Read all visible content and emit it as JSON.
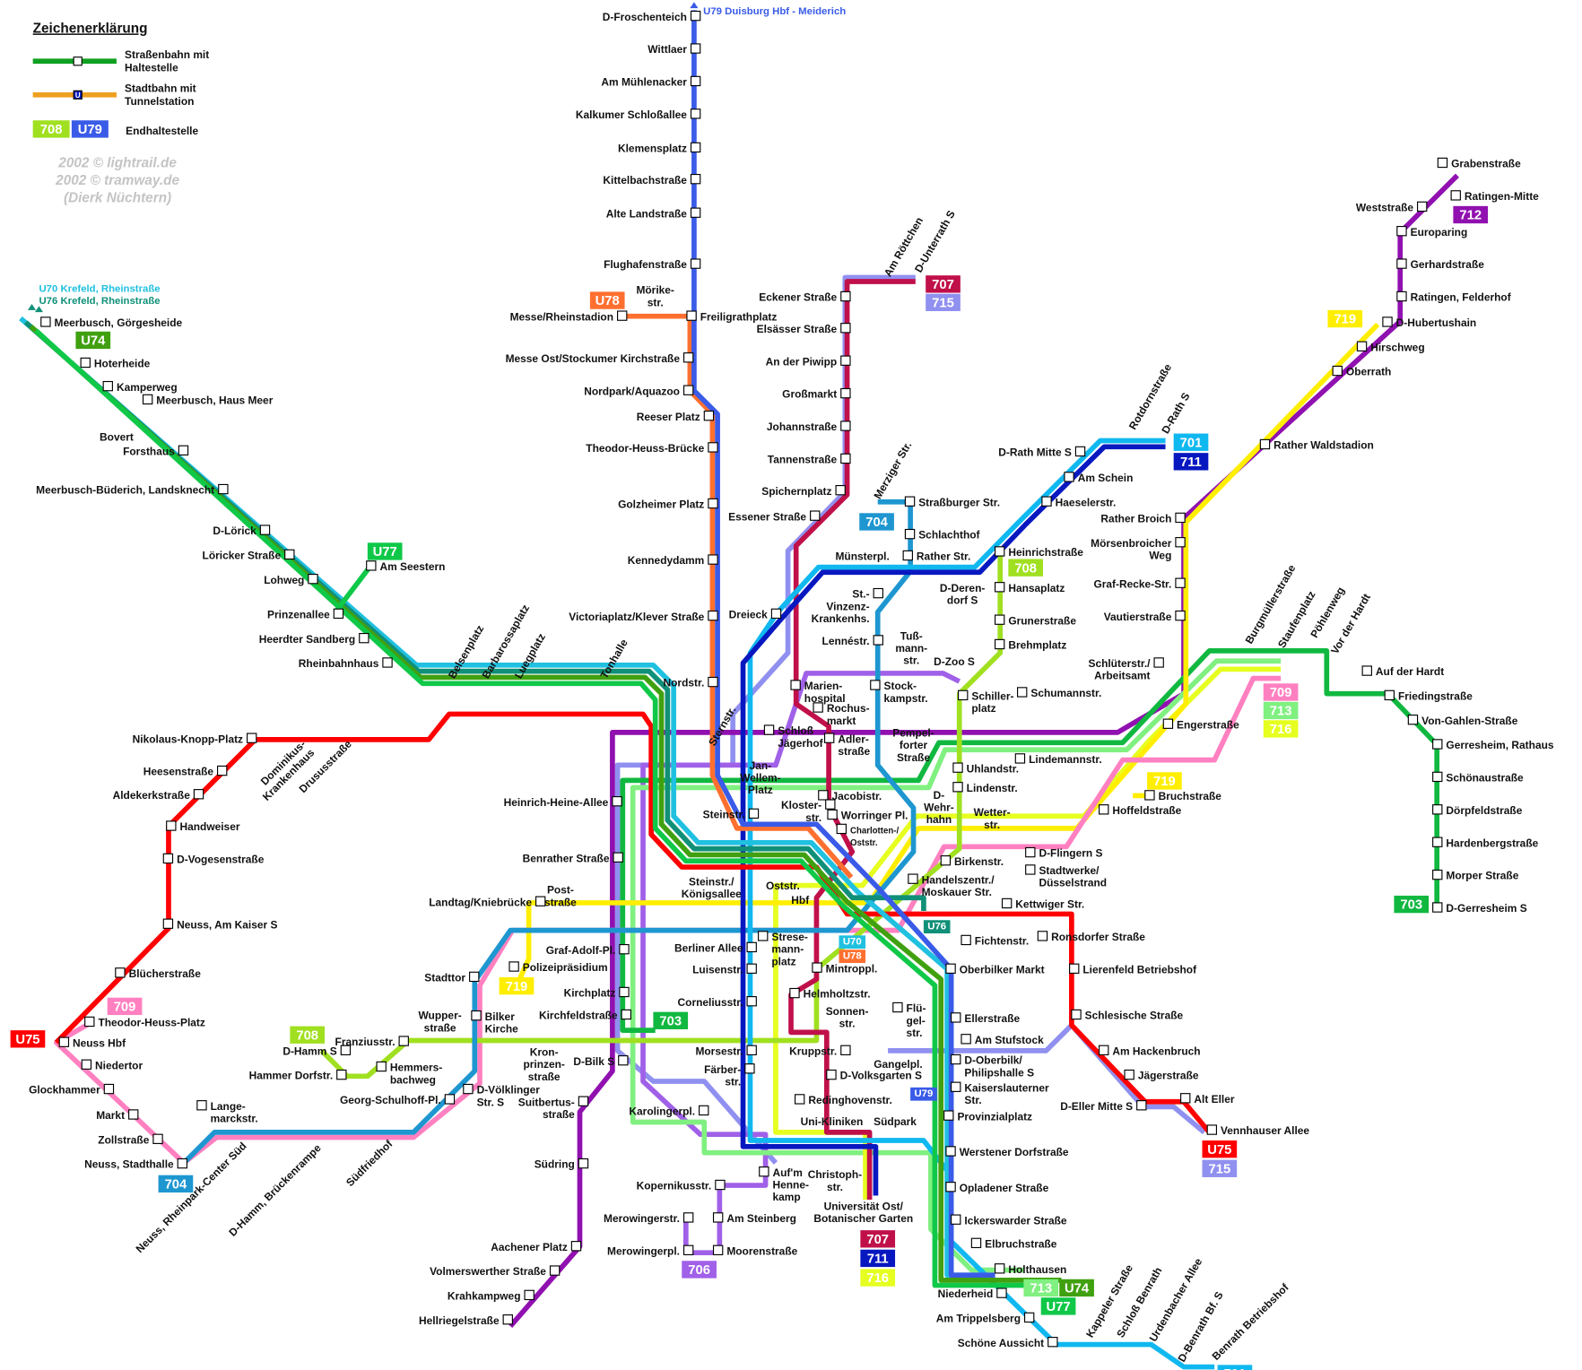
{
  "legend": {
    "title": "Zeichenerklärung",
    "tram": [
      "Straßenbahn mit",
      "Haltestelle"
    ],
    "stadtbahn": [
      "Stadtbahn mit",
      "Tunnelstation"
    ],
    "terminus": "Endhaltestelle",
    "sample_badges": [
      "708",
      "U79"
    ],
    "tunnel_mark": "U"
  },
  "copyright": [
    "2002 © lightrail.de",
    "2002 © tramway.de",
    "(Dierk Nüchtern)"
  ],
  "lines": [
    {
      "id": "U75",
      "color": "#ff0000"
    },
    {
      "id": "U70",
      "color": "#20c0e0"
    },
    {
      "id": "U76",
      "color": "#109078"
    },
    {
      "id": "U74",
      "color": "#40a010"
    },
    {
      "id": "U77",
      "color": "#10c848"
    },
    {
      "id": "U78",
      "color": "#ff7030"
    },
    {
      "id": "U79",
      "color": "#3a5be8"
    },
    {
      "id": "701",
      "color": "#10b8f0"
    },
    {
      "id": "711",
      "color": "#0818c0"
    },
    {
      "id": "704",
      "color": "#1e96d0"
    },
    {
      "id": "703",
      "color": "#10b840"
    },
    {
      "id": "706",
      "color": "#a060e8"
    },
    {
      "id": "707",
      "color": "#c0104a"
    },
    {
      "id": "708",
      "color": "#a0e020"
    },
    {
      "id": "709",
      "color": "#ff80c0"
    },
    {
      "id": "712",
      "color": "#9010b0"
    },
    {
      "id": "713",
      "color": "#80f080"
    },
    {
      "id": "715",
      "color": "#9090f0"
    },
    {
      "id": "716",
      "color": "#e6ff20"
    },
    {
      "id": "719",
      "color": "#ffee00"
    }
  ],
  "terminus_texts": [
    "U79 Duisburg Hbf - Meiderich",
    "U70 Krefeld, Rheinstraße",
    "U76 Krefeld, Rheinstraße"
  ],
  "badges": [
    "U74",
    "U78",
    "707",
    "715",
    "704",
    "708",
    "U77",
    "701",
    "711",
    "712",
    "719",
    "709",
    "713",
    "716",
    "719",
    "703",
    "709",
    "U75",
    "708",
    "719",
    "703",
    "U70",
    "U78",
    "U76",
    "U79",
    "704",
    "706",
    "707",
    "711",
    "716",
    "713",
    "U74",
    "U77",
    "U75",
    "715",
    "701"
  ],
  "stations": [
    [
      "D-Froschenteich"
    ],
    [
      "Wittlaer"
    ],
    [
      "Am Mühlenacker"
    ],
    [
      "Kalkumer Schloßallee"
    ],
    [
      "Klemensplatz"
    ],
    [
      "Kittelbachstraße"
    ],
    [
      "Alte Landstraße"
    ],
    [
      "Flughafenstraße"
    ],
    [
      "Mörike-",
      "str."
    ],
    [
      "Messe/Rheinstadion"
    ],
    [
      "Freiligrathplatz"
    ],
    [
      "Messe Ost/Stockumer Kirchstraße"
    ],
    [
      "Nordpark/Aquazoo"
    ],
    [
      "Reeser Platz"
    ],
    [
      "Theodor-Heuss-Brücke"
    ],
    [
      "Golzheimer Platz"
    ],
    [
      "Kennedydamm"
    ],
    [
      "Victoriaplatz/Klever Straße"
    ],
    [
      "Nordstr."
    ],
    [
      "Sternstr."
    ],
    [
      "Dreieck"
    ],
    [
      "Am Röttchen"
    ],
    [
      "D-Unterrath S"
    ],
    [
      "Eckener Straße"
    ],
    [
      "Elsässer Straße"
    ],
    [
      "An der Piwipp"
    ],
    [
      "Großmarkt"
    ],
    [
      "Johannstraße"
    ],
    [
      "Tannenstraße"
    ],
    [
      "Spichernplatz"
    ],
    [
      "Essener Straße"
    ],
    [
      "Merziger Str."
    ],
    [
      "Straßburger Str."
    ],
    [
      "Schlachthof"
    ],
    [
      "Münsterpl."
    ],
    [
      "Rather Str."
    ],
    [
      "D-Deren-",
      "dorf S"
    ],
    [
      "St.-",
      "Vinzenz-",
      "Krankenhs."
    ],
    [
      "Lennéstr."
    ],
    [
      "Tuß-",
      "mann-",
      "str."
    ],
    [
      "D-Zoo S"
    ],
    [
      "Stock-",
      "kampstr."
    ],
    [
      "Marien-",
      "hospital"
    ],
    [
      "Rochus-",
      "markt"
    ],
    [
      "Adler-",
      "straße"
    ],
    [
      "Pempel-",
      "forter",
      "Straße"
    ],
    [
      "Schloß",
      "Jägerhof"
    ],
    [
      "Jan-",
      "Wellem-",
      "Platz"
    ],
    [
      "Jacobistr."
    ],
    [
      "Kloster-",
      "str."
    ],
    [
      "Worringer Pl."
    ],
    [
      "Charlotten-/",
      "Oststr."
    ],
    [
      "D-",
      "Wehr-",
      "hahn"
    ],
    [
      "Uhlandstr."
    ],
    [
      "Lindenstr."
    ],
    [
      "Wetter-",
      "str."
    ],
    [
      "Birkenstr."
    ],
    [
      "Schiller-",
      "platz"
    ],
    [
      "Brehmplatz"
    ],
    [
      "Grunerstraße"
    ],
    [
      "Hansaplatz"
    ],
    [
      "Heinrichstraße"
    ],
    [
      "Rotdornstraße"
    ],
    [
      "D-Rath S"
    ],
    [
      "D-Rath Mitte S"
    ],
    [
      "Am Schein"
    ],
    [
      "Haeselerstr."
    ],
    [
      "Schumannstr."
    ],
    [
      "Lindemannstr."
    ],
    [
      "D-Flingern S"
    ],
    [
      "Stadtwerke/",
      "Düsselstrand"
    ],
    [
      "Kettwiger Str."
    ],
    [
      "Handelszentr./",
      "Moskauer Str."
    ],
    [
      "Fichtenstr."
    ],
    [
      "Oberbilker Markt"
    ],
    [
      "Ellerstraße"
    ],
    [
      "Am Stufstock"
    ],
    [
      "D-Oberbilk/",
      "Philipshalle S"
    ],
    [
      "Kaiserslauterner",
      "Str."
    ],
    [
      "Provinzialplatz"
    ],
    [
      "Werstener Dorfstraße"
    ],
    [
      "Opladener Straße"
    ],
    [
      "Ickerswarder Straße"
    ],
    [
      "Elbruchstraße"
    ],
    [
      "Holthausen"
    ],
    [
      "Niederheid"
    ],
    [
      "Am Trippelsberg"
    ],
    [
      "Schöne Aussicht"
    ],
    [
      "Kappeler Straße"
    ],
    [
      "Schloß Benrath"
    ],
    [
      "Urdenbacher Allee"
    ],
    [
      "D-Benrath Bf. S"
    ],
    [
      "Benrath Betriebshof"
    ],
    [
      "Rather Broich"
    ],
    [
      "Mörsenbroicher",
      "Weg"
    ],
    [
      "Graf-Recke-Str."
    ],
    [
      "Vautierstraße"
    ],
    [
      "Schlüterstr./",
      "Arbeitsamt"
    ],
    [
      "Engerstraße"
    ],
    [
      "Hoffeldstraße"
    ],
    [
      "Bruchstraße"
    ],
    [
      "Burgmüllerstraße"
    ],
    [
      "Staufenplatz"
    ],
    [
      "Pöhlenweg"
    ],
    [
      "Vor der Hardt"
    ],
    [
      "Auf der Hardt"
    ],
    [
      "Friedingstraße"
    ],
    [
      "Von-Gahlen-Straße"
    ],
    [
      "Gerresheim, Rathaus"
    ],
    [
      "Schönaustraße"
    ],
    [
      "Dörpfeldstraße"
    ],
    [
      "Hardenbergstraße"
    ],
    [
      "Morper Straße"
    ],
    [
      "D-Gerresheim S"
    ],
    [
      "Grabenstraße"
    ],
    [
      "Ratingen-Mitte"
    ],
    [
      "Weststraße"
    ],
    [
      "Europaring"
    ],
    [
      "Gerhardstraße"
    ],
    [
      "Ratingen, Felderhof"
    ],
    [
      "D-Hubertushain"
    ],
    [
      "Hirschweg"
    ],
    [
      "Oberrath"
    ],
    [
      "Rather Waldstadion"
    ],
    [
      "Ronsdorfer Straße"
    ],
    [
      "Lierenfeld Betriebshof"
    ],
    [
      "Schlesische Straße"
    ],
    [
      "Am Hackenbruch"
    ],
    [
      "Jägerstraße"
    ],
    [
      "D-Eller Mitte S"
    ],
    [
      "Alt Eller"
    ],
    [
      "Vennhauser Allee"
    ],
    [
      "Graf-Adolf-Pl."
    ],
    [
      "Berliner Allee"
    ],
    [
      "Luisenstr."
    ],
    [
      "Kirchplatz"
    ],
    [
      "Corneliusstr."
    ],
    [
      "Kirchfeldstraße"
    ],
    [
      "Morsestr."
    ],
    [
      "Kron-",
      "prinzen-",
      "straße"
    ],
    [
      "D-Bilk S"
    ],
    [
      "Färber-",
      "str."
    ],
    [
      "Karolingerpl."
    ],
    [
      "Suitbertus-",
      "straße"
    ],
    [
      "Südring"
    ],
    [
      "Uni-Kliniken"
    ],
    [
      "Südpark"
    ],
    [
      "Auf'm",
      "Henne-",
      "kamp"
    ],
    [
      "Christoph-",
      "str."
    ],
    [
      "Universität Ost/",
      "Botanischer Garten"
    ],
    [
      "Kopernikusstr."
    ],
    [
      "Am Steinberg"
    ],
    [
      "Merowingerstr."
    ],
    [
      "Merowingerpl."
    ],
    [
      "Moorenstraße"
    ],
    [
      "Aachener Platz"
    ],
    [
      "Volmerswerther Straße"
    ],
    [
      "Krahkampweg"
    ],
    [
      "Hellriegelstraße"
    ],
    [
      "Strese-",
      "mann-",
      "platz"
    ],
    [
      "Mintroppl."
    ],
    [
      "Helmholtzstr."
    ],
    [
      "Sonnen-",
      "str."
    ],
    [
      "Flü-",
      "gel-",
      "str."
    ],
    [
      "Kruppstr."
    ],
    [
      "Gangelpl."
    ],
    [
      "D-Volksgarten S"
    ],
    [
      "Redinghovenstr."
    ],
    [
      "Steinstr."
    ],
    [
      "Steinstr./",
      "Königsallee"
    ],
    [
      "Oststr."
    ],
    [
      "Hbf"
    ],
    [
      "Heinrich-Heine-Allee"
    ],
    [
      "Benrather Straße"
    ],
    [
      "Post-",
      "straße"
    ],
    [
      "Landtag/Kniebrücke"
    ],
    [
      "Polizeipräsidium"
    ],
    [
      "Stadttor"
    ],
    [
      "Bilker",
      "Kirche"
    ],
    [
      "Wupper-",
      "straße"
    ],
    [
      "Franziusstr."
    ],
    [
      "Hemmers-",
      "bachweg"
    ],
    [
      "D-Hamm S"
    ],
    [
      "Hammer Dorfstr."
    ],
    [
      "Georg-Schulhoff-Pl."
    ],
    [
      "D-Völklinger",
      "Str. S"
    ],
    [
      "Lange-",
      "marckstr."
    ],
    [
      "Neuss, Stadthalle"
    ],
    [
      "Neuss, Rheinpark-Center Süd"
    ],
    [
      "D-Hamm, Brückenrampe"
    ],
    [
      "Südfriedhof"
    ],
    [
      "Nikolaus-Knopp-Platz"
    ],
    [
      "Dominikus-",
      "Krankenhaus"
    ],
    [
      "Drususstraße"
    ],
    [
      "Heesenstraße"
    ],
    [
      "Aldekerkstraße"
    ],
    [
      "Handweiser"
    ],
    [
      "D-Vogesenstraße"
    ],
    [
      "Neuss, Am Kaiser S"
    ],
    [
      "Blücherstraße"
    ],
    [
      "Theodor-Heuss-Platz"
    ],
    [
      "Neuss Hbf"
    ],
    [
      "Niedertor"
    ],
    [
      "Glockhammer"
    ],
    [
      "Markt"
    ],
    [
      "Zollstraße"
    ],
    [
      "Meerbusch, Görgesheide"
    ],
    [
      "Hoterheide"
    ],
    [
      "Kamperweg"
    ],
    [
      "Meerbusch, Haus Meer"
    ],
    [
      "Bovert"
    ],
    [
      "Forsthaus"
    ],
    [
      "Meerbusch-Büderich, Landsknecht"
    ],
    [
      "D-Lörick"
    ],
    [
      "Löricker Straße"
    ],
    [
      "Lohweg"
    ],
    [
      "Am Seestern"
    ],
    [
      "Prinzenallee"
    ],
    [
      "Heerdter Sandberg"
    ],
    [
      "Rheinbahnhaus"
    ],
    [
      "Belsenplatz"
    ],
    [
      "Barbarossaplatz"
    ],
    [
      "Luegplatz"
    ],
    [
      "Tonhalle"
    ]
  ]
}
